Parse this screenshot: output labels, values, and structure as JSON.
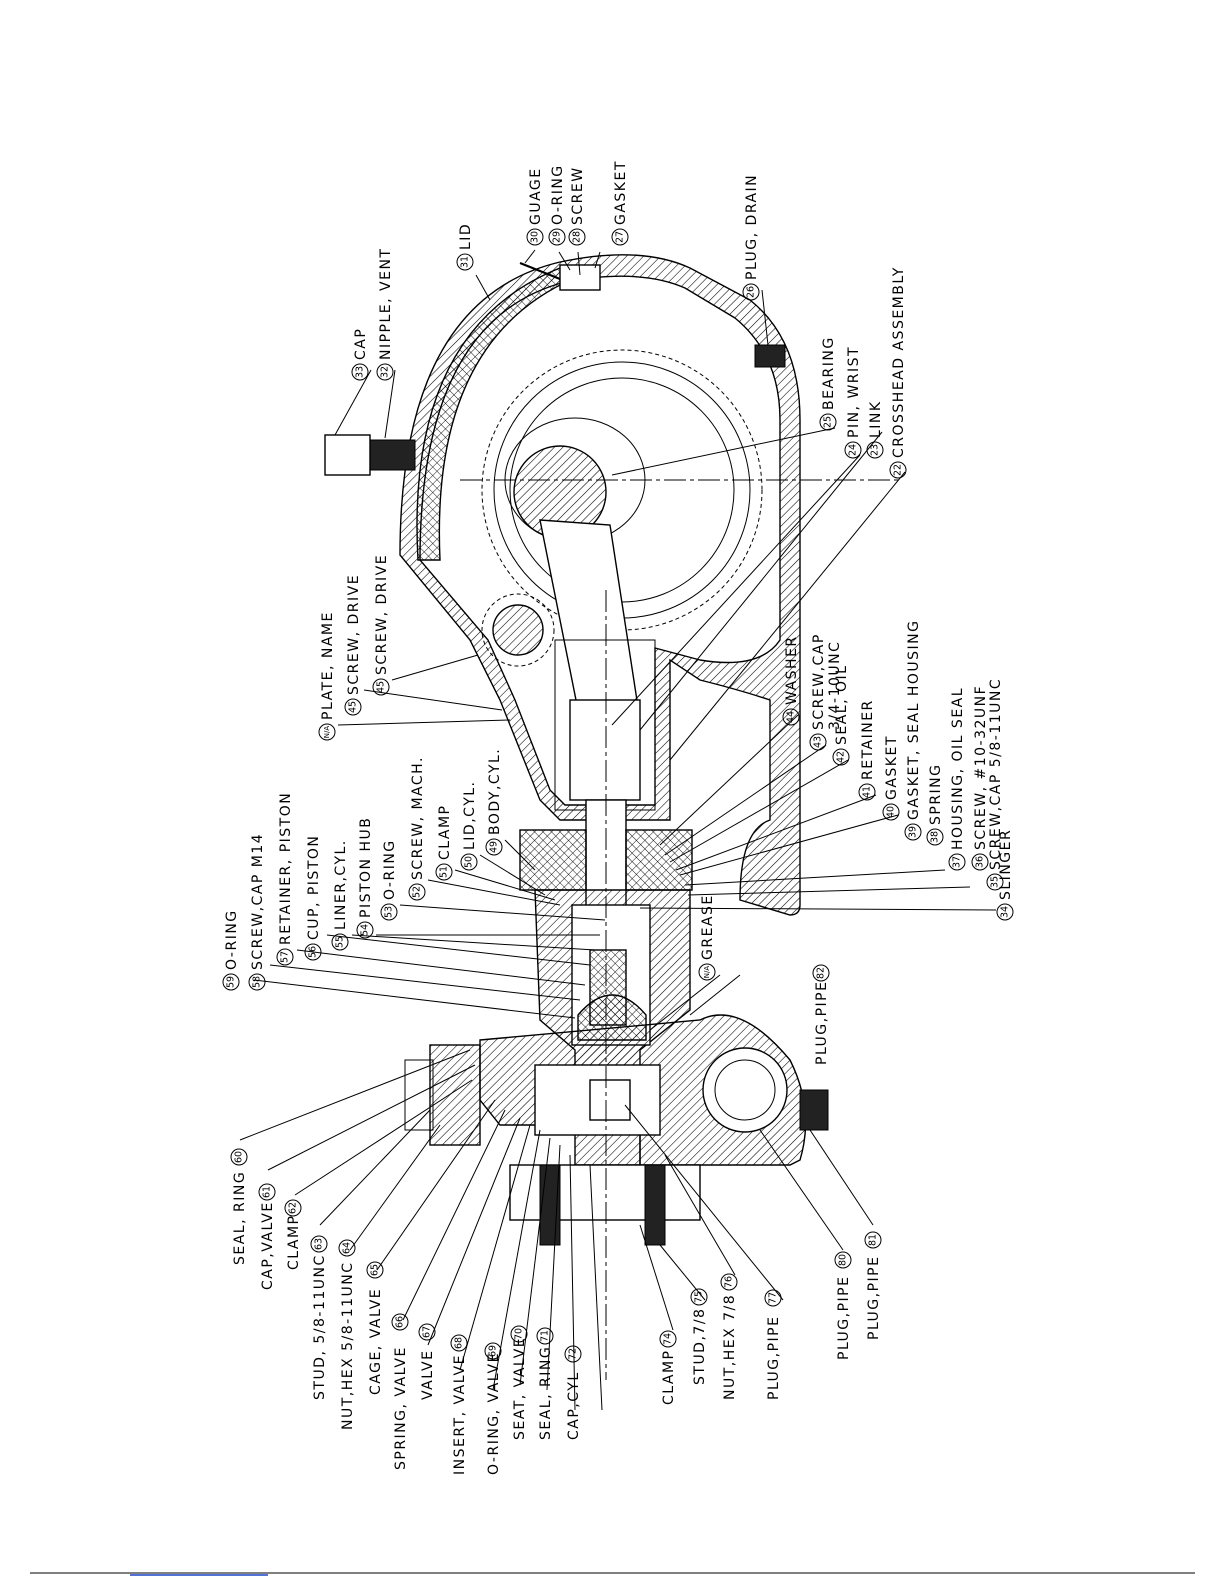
{
  "top_labels": [
    {
      "num": "59",
      "text": "O-RING"
    },
    {
      "num": "58",
      "text": "SCREW,CAP M14"
    },
    {
      "num": "57",
      "text": "RETAINER, PISTON"
    },
    {
      "num": "56",
      "text": "CUP, PISTON"
    },
    {
      "num": "55",
      "text": "LINER,CYL."
    },
    {
      "num": "54",
      "text": "PISTON HUB"
    },
    {
      "num": "53",
      "text": "O-RING"
    },
    {
      "num": "52",
      "text": "SCREW, MACH."
    },
    {
      "num": "51",
      "text": "CLAMP"
    },
    {
      "num": "50",
      "text": "LID,CYL."
    },
    {
      "num": "49",
      "text": "BODY,CYL."
    },
    {
      "num": "N/A",
      "text": "PLATE, NAME"
    },
    {
      "num": "45",
      "text": "SCREW, DRIVE"
    },
    {
      "num": "45",
      "text": "SCREW, DRIVE"
    },
    {
      "num": "33",
      "text": "CAP"
    },
    {
      "num": "32",
      "text": "NIPPLE, VENT"
    },
    {
      "num": "31",
      "text": "LID"
    },
    {
      "num": "30",
      "text": "GUAGE"
    },
    {
      "num": "29",
      "text": "O-RING"
    },
    {
      "num": "28",
      "text": "SCREW"
    },
    {
      "num": "27",
      "text": "GASKET"
    }
  ],
  "right_labels": [
    {
      "num": "26",
      "text": "PLUG, DRAIN"
    },
    {
      "num": "25",
      "text": "BEARING"
    },
    {
      "num": "24",
      "text": "PIN, WRIST"
    },
    {
      "num": "23",
      "text": "LINK"
    },
    {
      "num": "22",
      "text": "CROSSHEAD ASSEMBLY"
    },
    {
      "num": "44",
      "text": "WASHER"
    },
    {
      "num": "43",
      "text": "SCREW,CAP",
      "text2": "3/4-10UNC"
    },
    {
      "num": "42",
      "text": "SEAL, OIL"
    },
    {
      "num": "41",
      "text": "RETAINER"
    },
    {
      "num": "40",
      "text": "GASKET"
    },
    {
      "num": "39",
      "text": "GASKET, SEAL HOUSING"
    },
    {
      "num": "38",
      "text": "SPRING"
    },
    {
      "num": "37",
      "text": "HOUSING, OIL SEAL"
    },
    {
      "num": "36",
      "text": "SCREW, #10-32UNF"
    },
    {
      "num": "35",
      "text": "SCREW,CAP 5/8-11UNC"
    },
    {
      "num": "34",
      "text": "SLINGER"
    }
  ],
  "grease_label": {
    "num": "N/A",
    "text": "GREASE"
  },
  "pipe_plug_label": {
    "num": "82",
    "text": "PLUG,PIPE"
  },
  "bottom_labels": [
    {
      "num": "60",
      "text": "SEAL, RING"
    },
    {
      "num": "61",
      "text": "CAP,VALVE"
    },
    {
      "num": "62",
      "text": "CLAMP"
    },
    {
      "num": "63",
      "text": "STUD, 5/8-11UNC"
    },
    {
      "num": "64",
      "text": "NUT,HEX 5/8-11UNC"
    },
    {
      "num": "65",
      "text": "CAGE, VALVE"
    },
    {
      "num": "66",
      "text": "SPRING, VALVE"
    },
    {
      "num": "67",
      "text": "VALVE"
    },
    {
      "num": "68",
      "text": "INSERT, VALVE"
    },
    {
      "num": "69",
      "text": "O-RING, VALVE"
    },
    {
      "num": "70",
      "text": "SEAT, VALVE"
    },
    {
      "num": "71",
      "text": "SEAL, RING"
    },
    {
      "num": "72",
      "text": "CAP,CYL"
    },
    {
      "num": "74",
      "text": "CLAMP"
    },
    {
      "num": "75",
      "text": "STUD,7/8"
    },
    {
      "num": "76",
      "text": "NUT,HEX 7/8"
    },
    {
      "num": "77",
      "text": "PLUG,PIPE"
    },
    {
      "num": "80",
      "text": "PLUG,PIPE"
    },
    {
      "num": "81",
      "text": "PLUG,PIPE"
    }
  ]
}
